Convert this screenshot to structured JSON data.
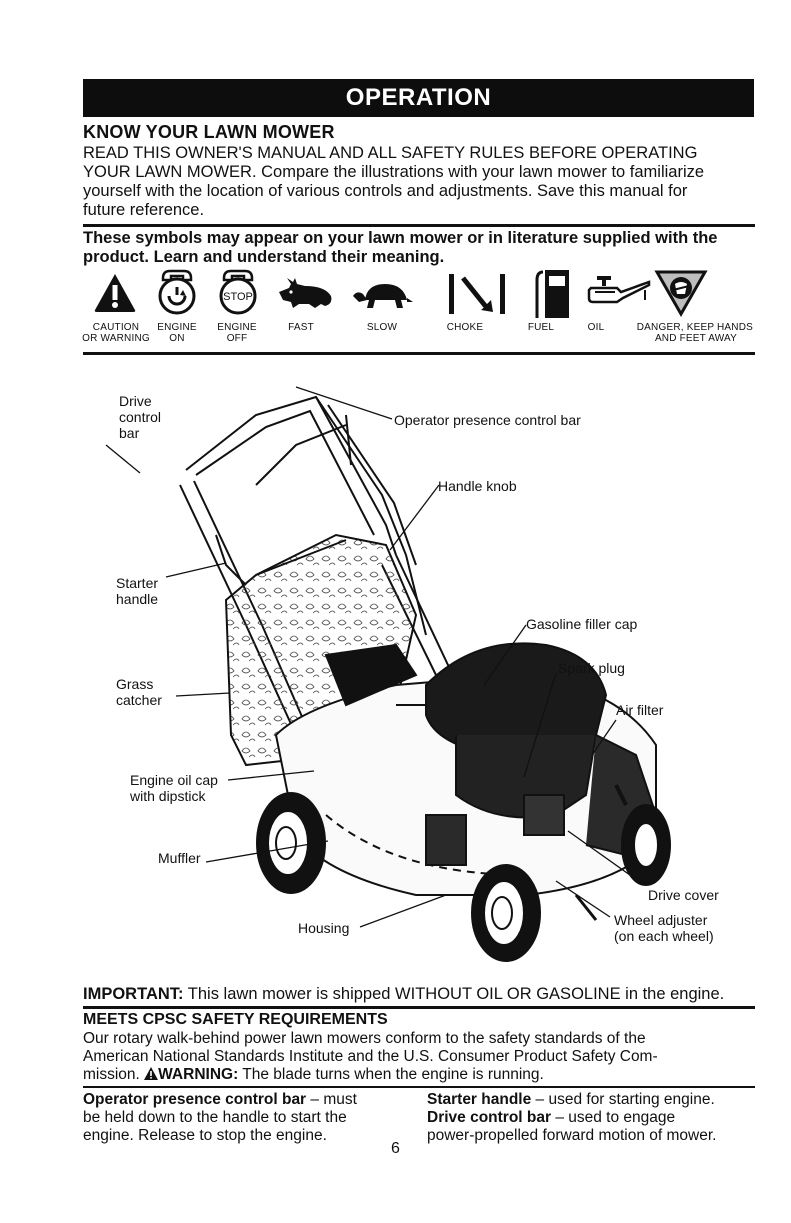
{
  "banner": {
    "title": "OPERATION"
  },
  "know": {
    "heading": "KNOW YOUR LAWN MOWER",
    "lines": [
      "READ THIS OWNER'S MANUAL AND ALL SAFETY RULES BEFORE OPERATING",
      "YOUR LAWN MOWER.  Compare the illustrations with your lawn mower to familiarize",
      "yourself with the location of various controls and adjustments.  Save this manual for",
      "future reference."
    ]
  },
  "symbols": {
    "heading_lines": [
      "These symbols may appear on your lawn mower or in literature supplied with the",
      "product.  Learn and understand their meaning."
    ],
    "engine_off_glyph": "STOP",
    "items": [
      {
        "icon": "caution-warning-icon",
        "label_lines": [
          "CAUTION",
          "OR WARNING"
        ]
      },
      {
        "icon": "engine-on-icon",
        "label_lines": [
          "ENGINE",
          "ON"
        ]
      },
      {
        "icon": "engine-off-icon",
        "label_lines": [
          "ENGINE",
          "OFF"
        ]
      },
      {
        "icon": "fast-rabbit-icon",
        "label_lines": [
          "FAST"
        ]
      },
      {
        "icon": "slow-turtle-icon",
        "label_lines": [
          "SLOW"
        ]
      },
      {
        "icon": "choke-icon",
        "label_lines": [
          "CHOKE"
        ]
      },
      {
        "icon": "fuel-pump-icon",
        "label_lines": [
          "FUEL"
        ]
      },
      {
        "icon": "oil-can-icon",
        "label_lines": [
          "OIL"
        ]
      },
      {
        "icon": "keep-hands-away-icon",
        "label_lines": [
          "DANGER, KEEP HANDS",
          "AND FEET AWAY"
        ]
      }
    ]
  },
  "callouts": {
    "drive_control_bar": [
      "Drive",
      "control",
      "bar"
    ],
    "operator_presence": "Operator presence control bar",
    "handle_knob": "Handle knob",
    "starter_handle": [
      "Starter",
      "handle"
    ],
    "gasoline_cap": "Gasoline filler cap",
    "spark_plug": "Spark plug",
    "air_filter": "Air filter",
    "grass_catcher": [
      "Grass",
      "catcher"
    ],
    "engine_oil_cap": [
      "Engine oil cap",
      "with dipstick"
    ],
    "muffler": "Muffler",
    "drive_cover": "Drive cover",
    "housing": "Housing",
    "wheel_adjuster": [
      "Wheel adjuster",
      "(on each wheel)"
    ]
  },
  "important": {
    "label": "IMPORTANT:",
    "text": " This lawn mower is shipped WITHOUT OIL OR GASOLINE in the engine."
  },
  "cpsc": {
    "heading": "MEETS CPSC SAFETY REQUIREMENTS",
    "lines": [
      "Our rotary walk-behind power lawn mowers conform to the safety standards of the",
      "American National Standards Institute and the U.S. Consumer Product Safety Com-"
    ],
    "line3_prefix": "mission.  ",
    "warning_label": "WARNING:",
    "line3_suffix": " The blade turns when the engine is running."
  },
  "definitions": {
    "left": {
      "term": "Operator presence control bar",
      "line1_rest": " – must",
      "line2": "be held down to the handle to start the",
      "line3": "engine.  Release to stop the engine."
    },
    "right": {
      "term1": "Starter handle",
      "def1": " – used for starting engine.",
      "term2": "Drive control bar",
      "def2": " – used to engage",
      "line3": "power-propelled forward motion of mower."
    }
  },
  "page_number": "6"
}
